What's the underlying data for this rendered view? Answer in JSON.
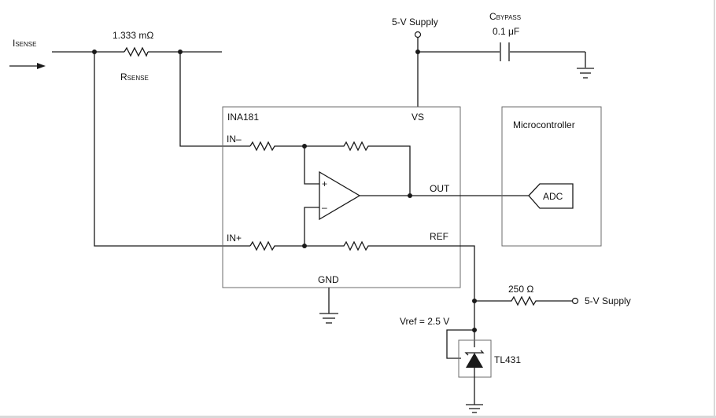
{
  "components": {
    "isense": {
      "main": "I",
      "sub": "SENSE"
    },
    "rsense_value": "1.333 mΩ",
    "rsense": {
      "main": "R",
      "sub": "SENSE"
    },
    "supply_top": "5-V Supply",
    "cbypass": {
      "main": "C",
      "sub": "BYPASS"
    },
    "cbypass_value": "0.1 μF",
    "ina_name": "INA181",
    "vs_pin": "VS",
    "in_minus": "IN–",
    "in_plus": "IN+",
    "out_pin": "OUT",
    "ref_pin": "REF",
    "gnd_pin": "GND",
    "opamp_plus": "+",
    "opamp_minus": "–",
    "mcu_name": "Microcontroller",
    "adc": "ADC",
    "r250": "250 Ω",
    "supply_right": "5-V Supply",
    "vref": "Vref = 2.5 V",
    "tl431": "TL431"
  },
  "colors": {
    "wire": "#1a1a1a",
    "box": "#6b6b6b",
    "frame": "#d9d9d9"
  }
}
